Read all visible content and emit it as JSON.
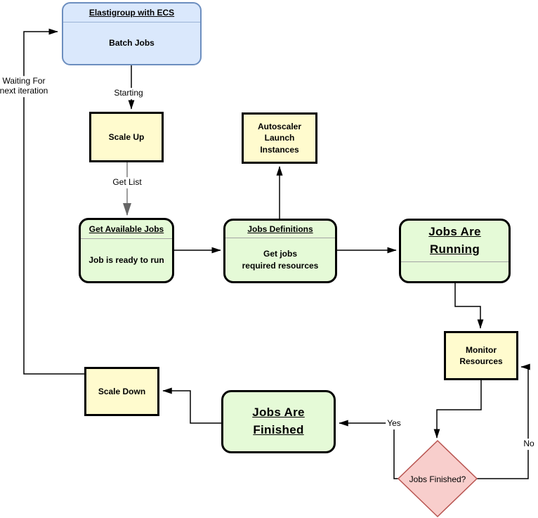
{
  "diagram": {
    "title_hint": "Elastigroup ECS batch jobs autoscaling flowchart",
    "nodes": {
      "elastigroup": {
        "title": "Elastigroup with ECS",
        "body": "Batch Jobs"
      },
      "scale_up": {
        "label": "Scale Up"
      },
      "autoscaler": {
        "label": "Autoscaler\nLaunch\nInstances"
      },
      "get_available_jobs": {
        "title": "Get Available Jobs",
        "body": "Job is ready to run"
      },
      "jobs_definitions": {
        "title": "Jobs Definitions",
        "body": "Get jobs\nrequired resources"
      },
      "jobs_are_running": {
        "title": "Jobs Are\nRunning",
        "body": ""
      },
      "monitor_resources": {
        "label": "Monitor\nResources"
      },
      "scale_down": {
        "label": "Scale Down"
      },
      "jobs_are_finished": {
        "title": "Jobs Are\nFinished"
      },
      "jobs_finished_decision": {
        "label": "Jobs Finished?"
      }
    },
    "edge_labels": {
      "starting": "Starting",
      "get_list": "Get List",
      "waiting": "Waiting For\nnext iteration",
      "yes": "Yes",
      "no": "No"
    },
    "colors": {
      "blue_fill": "#dae8fc",
      "blue_stroke": "#6c8ebf",
      "yellow_fill": "#fffbce",
      "green_fill": "#e5fad7",
      "red_fill": "#f8cecc",
      "red_stroke": "#b85450",
      "edge_black": "#000000",
      "edge_gray": "#9e9e9e"
    }
  }
}
